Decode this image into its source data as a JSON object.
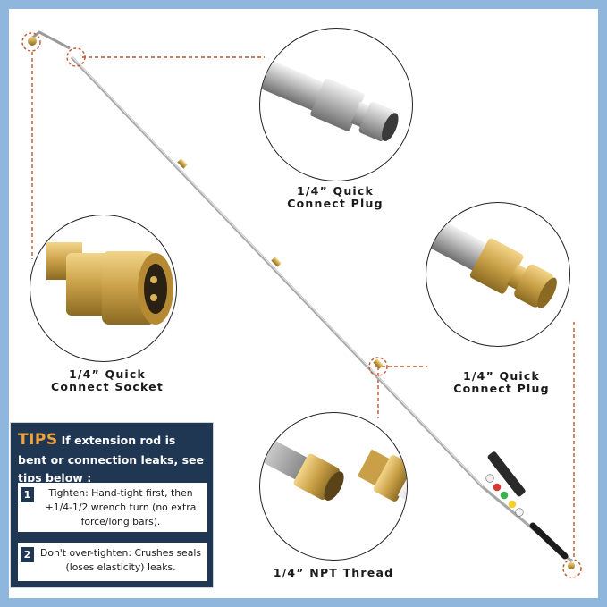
{
  "callouts": {
    "top_plug": "1/4” Quick\nConnect Plug",
    "socket": "1/4” Quick\nConnect Socket",
    "right_plug": "1/4” Quick\nConnect Plug",
    "npt": "1/4” NPT Thread"
  },
  "tips": {
    "title": "TIPS",
    "intro": "If extension rod is bent or connection leaks, see tips below :",
    "items": [
      {
        "num": "1",
        "text": "Tighten: Hand-tight first, then +1/4-1/2 wrench turn (no extra force/long bars)."
      },
      {
        "num": "2",
        "text": "Don't over-tighten: Crushes seals (loses elasticity) leaks."
      }
    ]
  },
  "colors": {
    "background": "#8fb6dc",
    "navy": "#203753",
    "accent": "#f0a23c",
    "brass": "#c9a047",
    "dash": "#c0562b"
  }
}
